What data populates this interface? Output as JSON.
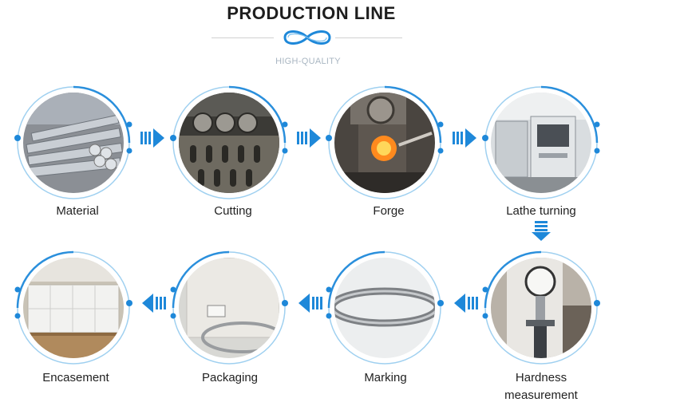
{
  "header": {
    "title": "PRODUCTION LINE",
    "subtitle": "HIGH-QUALITY"
  },
  "colors": {
    "accent": "#1e88d9",
    "ring": "#45a3e0",
    "title": "#1e1e1e",
    "subtitle": "#a9b6c2"
  },
  "steps": [
    {
      "label": "Material",
      "icon": "material-photo"
    },
    {
      "label": "Cutting",
      "icon": "cutting-photo"
    },
    {
      "label": "Forge",
      "icon": "forge-photo"
    },
    {
      "label": "Lathe turning",
      "icon": "lathe-photo"
    },
    {
      "label": "Hardness measurement",
      "icon": "hardness-photo"
    },
    {
      "label": "Marking",
      "icon": "marking-photo"
    },
    {
      "label": "Packaging",
      "icon": "packaging-photo"
    },
    {
      "label": "Encasement",
      "icon": "encasement-photo"
    }
  ],
  "hardness_label_lines": [
    "Hardness",
    "measurement"
  ]
}
